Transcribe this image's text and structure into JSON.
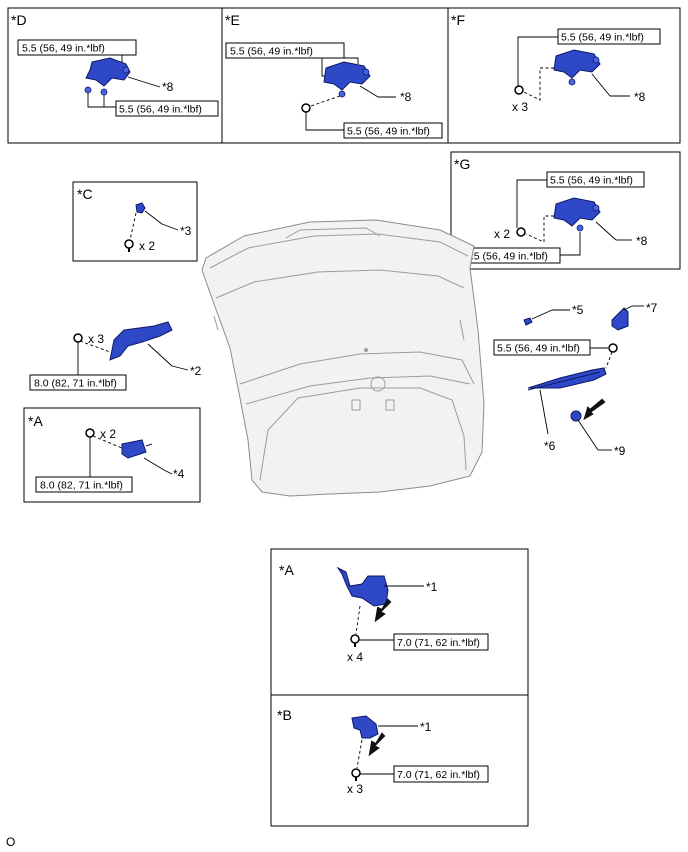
{
  "panels": {
    "D": {
      "code": "*D",
      "torque_top": "5.5 (56, 49 in.*lbf)",
      "torque_bottom": "5.5 (56, 49 in.*lbf)",
      "part": "*8"
    },
    "E": {
      "code": "*E",
      "torque_top": "5.5 (56, 49 in.*lbf)",
      "torque_bottom": "5.5 (56, 49 in.*lbf)",
      "part": "*8"
    },
    "F": {
      "code": "*F",
      "torque_top": "5.5 (56, 49 in.*lbf)",
      "qty": "x 3",
      "part": "*8"
    },
    "G": {
      "code": "*G",
      "torque_top": "5.5 (56, 49 in.*lbf)",
      "torque_bottom": "5.5 (56, 49 in.*lbf)",
      "qty": "x 2",
      "part": "*8"
    },
    "C": {
      "code": "*C",
      "part": "*3",
      "qty": "x 2"
    },
    "A_small": {
      "code": "*A",
      "qty": "x 2",
      "torque": "8.0 (82, 71 in.*lbf)",
      "part": "*4"
    },
    "A_lock": {
      "code": "*A",
      "part": "*1",
      "torque": "7.0 (71, 62 in.*lbf)",
      "qty": "x 4"
    },
    "B_lock": {
      "code": "*B",
      "part": "*1",
      "torque": "7.0 (71, 62 in.*lbf)",
      "qty": "x 3"
    }
  },
  "loose": {
    "bracket": {
      "qty": "x 3",
      "torque": "8.0 (82, 71 in.*lbf)",
      "part": "*2"
    },
    "wiper": {
      "part5": "*5",
      "part7": "*7",
      "torque": "5.5 (56, 49 in.*lbf)",
      "part6": "*6",
      "part9": "*9"
    }
  },
  "footer": "O"
}
